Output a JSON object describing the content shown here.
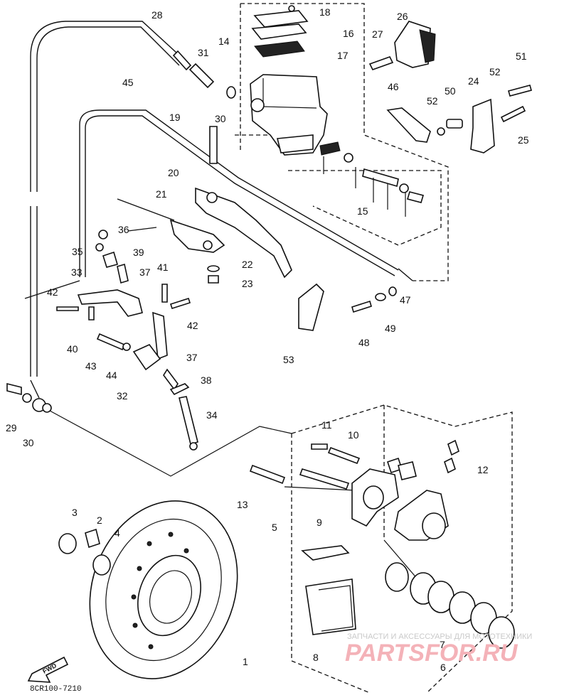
{
  "labels": {
    "l1": "1",
    "l2": "2",
    "l3": "3",
    "l4": "4",
    "l5": "5",
    "l6": "6",
    "l7": "7",
    "l8": "8",
    "l9": "9",
    "l10": "10",
    "l11": "11",
    "l12": "12",
    "l13": "13",
    "l14": "14",
    "l15": "15",
    "l16": "16",
    "l17": "17",
    "l18": "18",
    "l19": "19",
    "l20": "20",
    "l21": "21",
    "l22": "22",
    "l23": "23",
    "l24": "24",
    "l25": "25",
    "l26": "26",
    "l27": "27",
    "l28": "28",
    "l29": "29",
    "l30a": "30",
    "l30b": "30",
    "l31": "31",
    "l32": "32",
    "l33": "33",
    "l34": "34",
    "l35": "35",
    "l36": "36",
    "l37a": "37",
    "l37b": "37",
    "l38": "38",
    "l39": "39",
    "l40": "40",
    "l41": "41",
    "l42a": "42",
    "l42b": "42",
    "l43": "43",
    "l44": "44",
    "l45": "45",
    "l46": "46",
    "l47": "47",
    "l48": "48",
    "l49": "49",
    "l50": "50",
    "l51": "51",
    "l52a": "52",
    "l52b": "52",
    "l53": "53"
  },
  "footer": {
    "code": "8CR100-7210",
    "fwd": "FWD"
  },
  "watermark": {
    "top": "ЗАПЧАСТИ И АКСЕССУАРЫ ДЛЯ МОТОТЕХНИКИ",
    "brand": "PARTSFOR.RU"
  }
}
